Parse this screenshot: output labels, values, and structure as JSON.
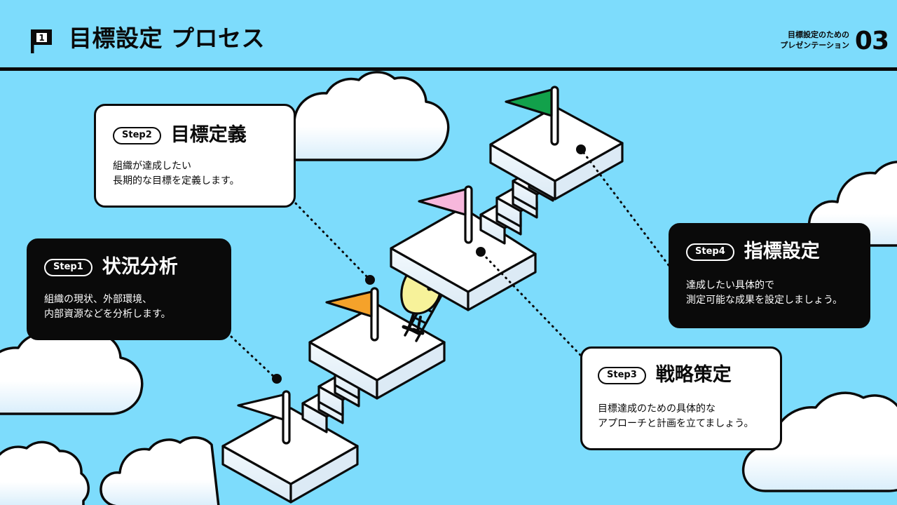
{
  "theme": {
    "sky_color": "#7DDCFC",
    "ink_color": "#0A0A0A",
    "card_light_bg": "#FFFFFF",
    "card_dark_bg": "#0A0A0A",
    "platform_top": "#FFFFFF",
    "platform_side": "#E6F1F8",
    "character_body": "#F7F29A",
    "character_cap": "#12A14B"
  },
  "header": {
    "flag_icon_number": "1",
    "title": "目標設定 プロセス",
    "subtitle_line1": "目標設定のための",
    "subtitle_line2": "プレゼンテーション",
    "page_number": "03"
  },
  "cards": [
    {
      "id": "step1",
      "step_label": "Step1",
      "title": "状況分析",
      "body": "組織の現状、外部環境、\n内部資源などを分析します。",
      "style": "dark"
    },
    {
      "id": "step2",
      "step_label": "Step2",
      "title": "目標定義",
      "body": "組織が達成したい\n長期的な目標を定義します。",
      "style": "light"
    },
    {
      "id": "step3",
      "step_label": "Step3",
      "title": "戦略策定",
      "body": "目標達成のための具体的な\nアプローチと計画を立てましょう。",
      "style": "light"
    },
    {
      "id": "step4",
      "step_label": "Step4",
      "title": "指標設定",
      "body": "達成したい具体的で\n測定可能な成果を設定しましょう。",
      "style": "dark"
    }
  ],
  "illustration": {
    "flags": [
      {
        "id": "flag-platform-1",
        "color": "#FFFFFF",
        "platform": 1
      },
      {
        "id": "flag-platform-2",
        "color": "#F5A22A",
        "platform": 2
      },
      {
        "id": "flag-platform-3",
        "color": "#F7B7DC",
        "platform": 3
      },
      {
        "id": "flag-platform-4",
        "color": "#12A14B",
        "platform": 4
      }
    ],
    "character": {
      "body_color": "#F7F29A",
      "cap_color": "#12A14B",
      "action": "climbing-ladder"
    },
    "platform_count": 4,
    "stair_flights": 2,
    "connector_style": "dotted"
  }
}
